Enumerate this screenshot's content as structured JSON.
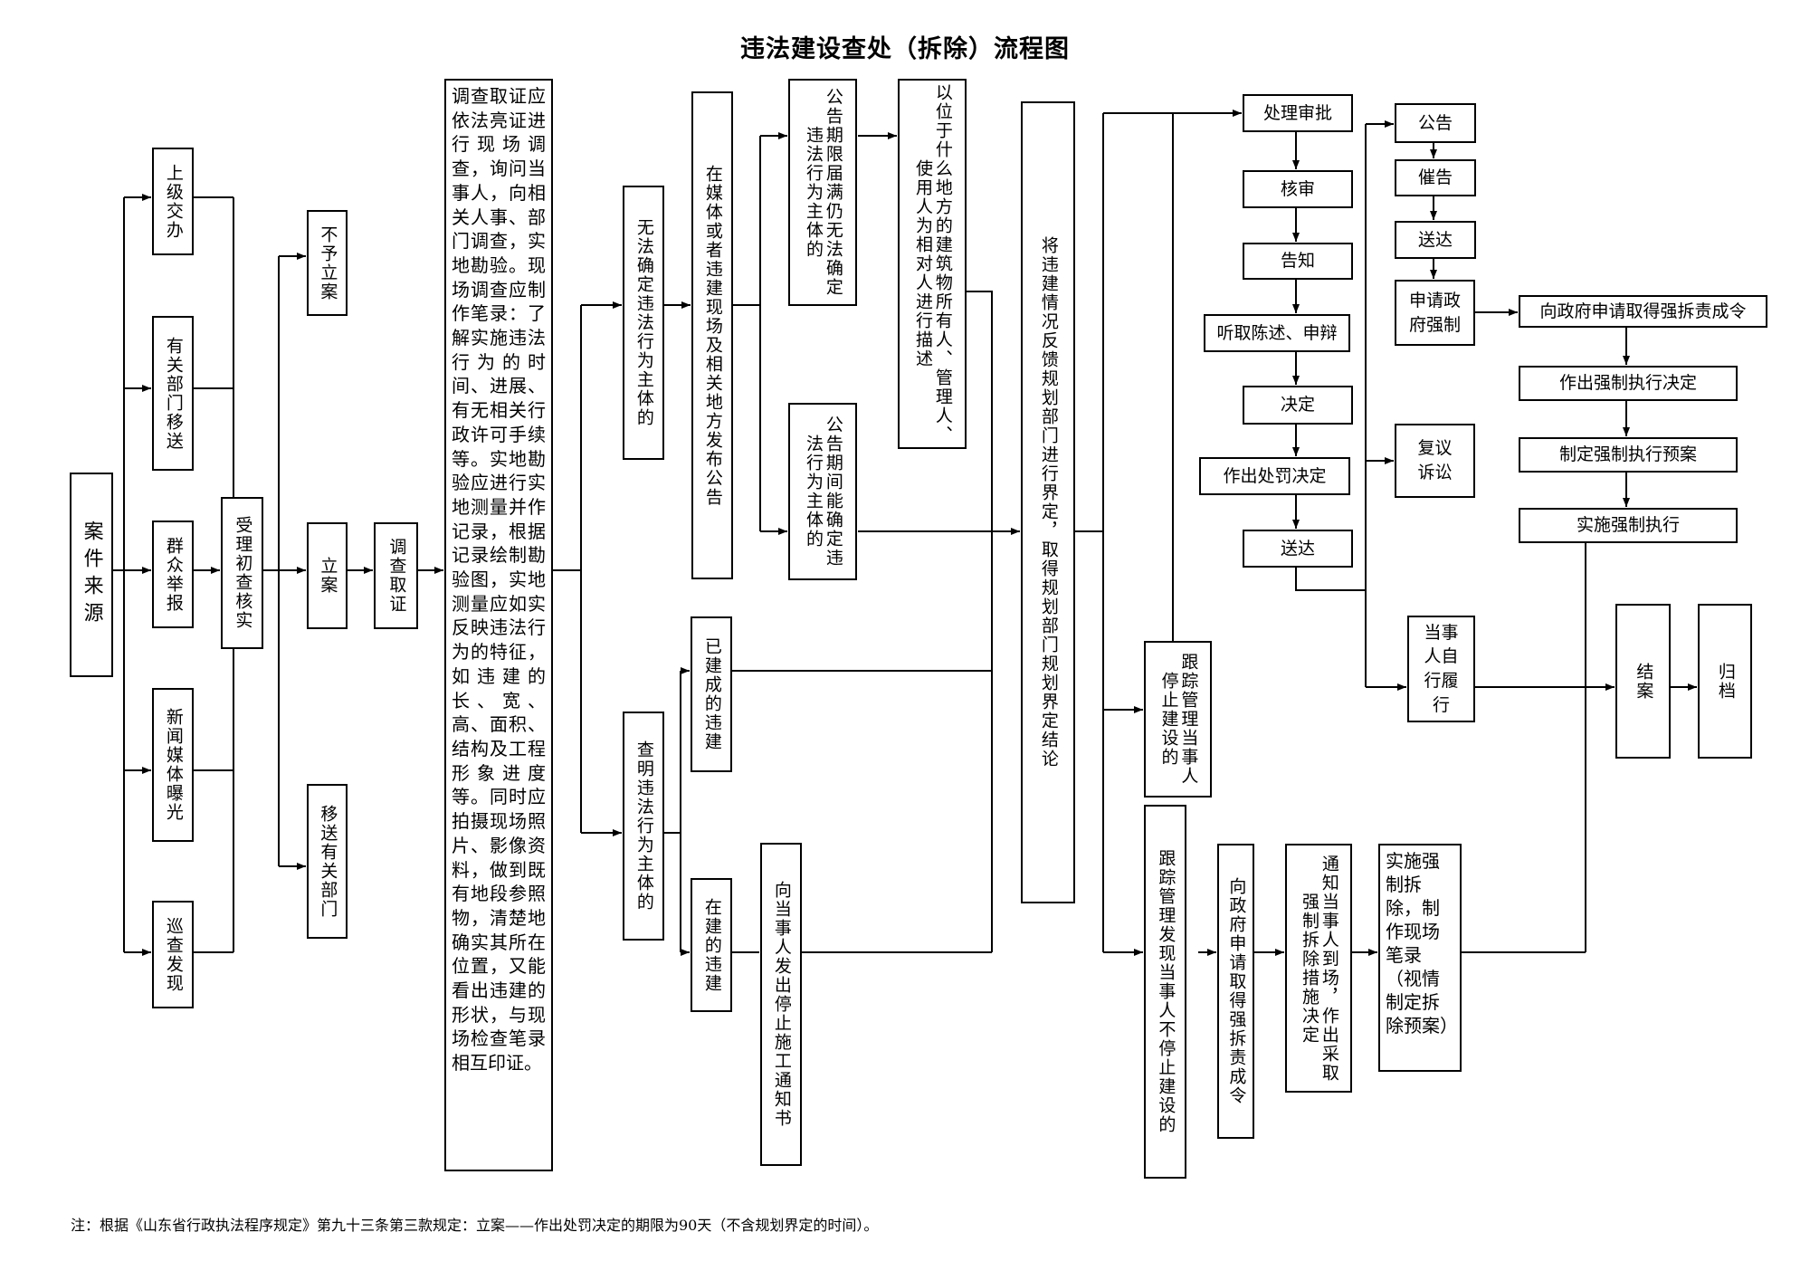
{
  "title": "违法建设查处（拆除）流程图",
  "note": "注：根据《山东省行政执法程序规定》第九十三条第三款规定：立案——作出处罚决定的期限为90天（不含规划界定的时间）。",
  "nodes": {
    "source": "案件来源",
    "s1": "上级交办",
    "s2": "有关部门移送",
    "s3": "群众举报",
    "s4": "新闻媒体曝光",
    "s5": "巡查发现",
    "accept": "受理初查核实",
    "no_case": "不予立案",
    "file": "立案",
    "transfer": "移送有关部门",
    "investigate": "调查取证",
    "investigate_desc": "调查取证应依法亮证进行现场调查，询问当事人，向相关人事、部门调查，实地勘验。现场调查应制作笔录：了解实施违法行为的时间、进展、有无相关行政许可手续等。实地勘验应进行实地测量并作记录，根据记录绘制勘验图，实地测量应如实反映违法行为的特征，如违建的长、宽、高、面积、结构及工程形象进度等。同时应拍摄现场照片、影像资料，做到既有地段参照物，清楚地确实其所在位置，又能看出违建的形状，与现场检查笔录相互印证。",
    "unknown": "无法确定违法行为主体的",
    "publish": "在媒体或者违建现场及相关地方发布公告",
    "expire": "公告期限届满仍无法确定违法行为主体的",
    "owner": "以位于什么地方的建筑物所有人、管理人、使用人为相对人进行描述",
    "found_in": "公告期间能确定违法行为主体的",
    "known": "查明违法行为主体的",
    "built": "已建成的违建",
    "building": "在建的违建",
    "stop_notice": "向当事人发出停止施工通知书",
    "feedback": "将违建情况反馈规划部门进行界定，取得规划部门规划界定结论",
    "approve": "处理审批",
    "review": "核审",
    "inform": "告知",
    "hearing": "听取陈述、申辩",
    "decide": "决定",
    "penalty": "作出处罚决定",
    "deliver1": "送达",
    "track_stop": "跟踪管理当事人停止建设的",
    "track_go": "跟踪管理发现当事人不停止建设的",
    "gov_req1": "向政府申请取得强拆责成令",
    "notify": "通知当事人到场，作出采取强制拆除措施决定",
    "implement": "实施强制拆除，制作现场笔录（视情制定拆除预案）",
    "announce": "公告",
    "urge": "催告",
    "deliver2": "送达",
    "apply_gov": "申请政府强制",
    "reconsider": "复议诉讼",
    "self": "当事人自行履行",
    "gov_req2": "向政府申请取得强拆责成令",
    "enforce_decision": "作出强制执行决定",
    "enforce_plan": "制定强制执行预案",
    "enforce": "实施强制执行",
    "close": "结案",
    "archive": "归档"
  }
}
